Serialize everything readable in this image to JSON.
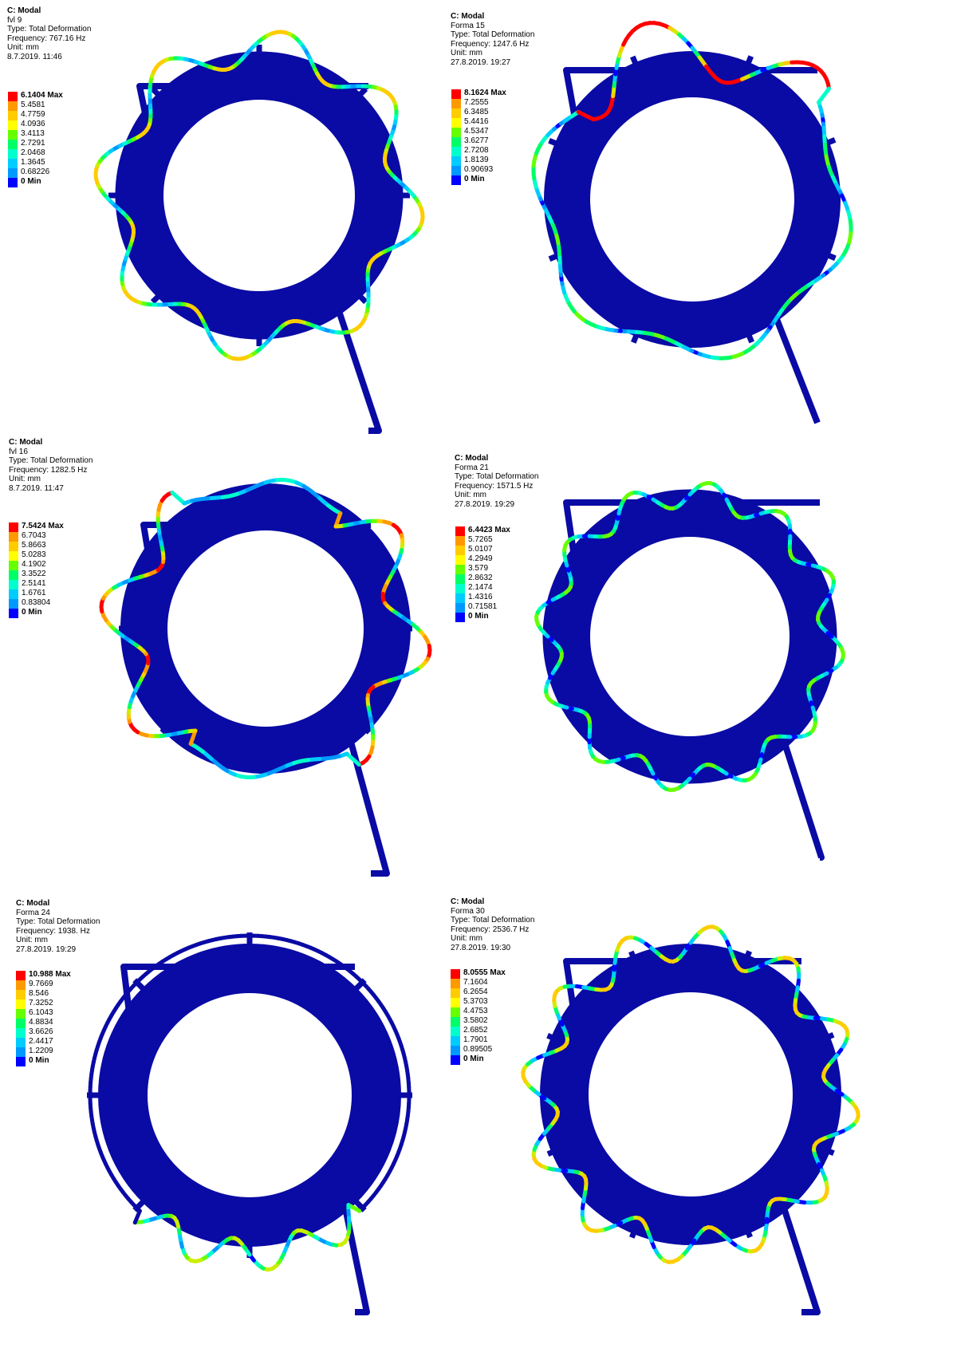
{
  "colors": {
    "body_blue": "#0a0aa5",
    "scale": [
      "#ff0000",
      "#ff9900",
      "#ffcc00",
      "#ffff00",
      "#66ff00",
      "#00ff66",
      "#00ffcc",
      "#00ccff",
      "#0099ff",
      "#0000ff"
    ]
  },
  "panels": [
    {
      "id": "p1",
      "title": "C: Modal",
      "mode": "fvl 9",
      "type": "Type: Total Deformation",
      "frequency": "Frequency: 767.16 Hz",
      "unit": "Unit: mm",
      "date": "8.7.2019. 11:46",
      "legend": [
        "6.1404 Max",
        "5.4581",
        "4.7759",
        "4.0936",
        "3.4113",
        "2.7291",
        "2.0468",
        "1.3645",
        "0.68226",
        "0 Min"
      ]
    },
    {
      "id": "p2",
      "title": "C: Modal",
      "mode": "Forma 15",
      "type": "Type: Total Deformation",
      "frequency": "Frequency: 1247.6 Hz",
      "unit": "Unit: mm",
      "date": "27.8.2019. 19:27",
      "legend": [
        "8.1624 Max",
        "7.2555",
        "6.3485",
        "5.4416",
        "4.5347",
        "3.6277",
        "2.7208",
        "1.8139",
        "0.90693",
        "0 Min"
      ]
    },
    {
      "id": "p3",
      "title": "C: Modal",
      "mode": "fvl 16",
      "type": "Type: Total Deformation",
      "frequency": "Frequency: 1282.5 Hz",
      "unit": "Unit: mm",
      "date": "8.7.2019. 11:47",
      "legend": [
        "7.5424 Max",
        "6.7043",
        "5.8663",
        "5.0283",
        "4.1902",
        "3.3522",
        "2.5141",
        "1.6761",
        "0.83804",
        "0 Min"
      ]
    },
    {
      "id": "p4",
      "title": "C: Modal",
      "mode": "Forma 21",
      "type": "Type: Total Deformation",
      "frequency": "Frequency: 1571.5 Hz",
      "unit": "Unit: mm",
      "date": "27.8.2019. 19:29",
      "legend": [
        "6.4423 Max",
        "5.7265",
        "5.0107",
        "4.2949",
        "3.579",
        "2.8632",
        "2.1474",
        "1.4316",
        "0.71581",
        "0 Min"
      ]
    },
    {
      "id": "p5",
      "title": "C: Modal",
      "mode": "Forma 24",
      "type": "Type: Total Deformation",
      "frequency": "Frequency: 1938. Hz",
      "unit": "Unit: mm",
      "date": "27.8.2019. 19:29",
      "legend": [
        "10.988 Max",
        "9.7669",
        "8.546",
        "7.3252",
        "6.1043",
        "4.8834",
        "3.6626",
        "2.4417",
        "1.2209",
        "0 Min"
      ]
    },
    {
      "id": "p6",
      "title": "C: Modal",
      "mode": "Forma 30",
      "type": "Type: Total Deformation",
      "frequency": "Frequency: 2536.7 Hz",
      "unit": "Unit: mm",
      "date": "27.8.2019. 19:30",
      "legend": [
        "8.0555 Max",
        "7.1604",
        "6.2654",
        "5.3703",
        "4.4753",
        "3.5802",
        "2.6852",
        "1.7901",
        "0.89505",
        "0 Min"
      ]
    }
  ]
}
